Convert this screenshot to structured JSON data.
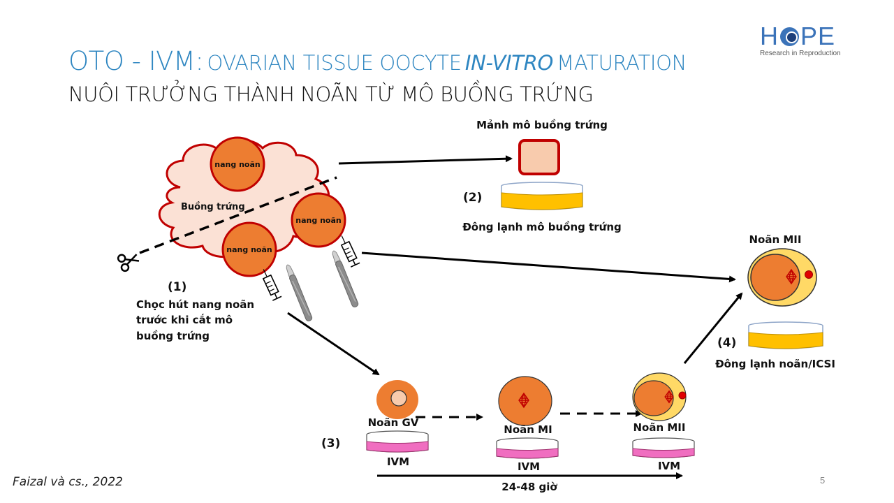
{
  "header": {
    "title_main": "OTO - IVM:",
    "title_sub_1": "OVARIAN TISSUE OOCYTE",
    "title_sub_italic": "IN-VITRO",
    "title_sub_2": "MATURATION",
    "subtitle": "NUÔI TRƯỞNG THÀNH NOÃN TỪ MÔ BUỒNG TRỨNG"
  },
  "logo": {
    "word_h": "H",
    "word_pe": "PE",
    "tagline": "Research in Reproduction",
    "brand_color": "#3b73b9"
  },
  "diagram": {
    "ovary_label": "Buồng trứng",
    "follicle_label": "nang noãn",
    "step1": {
      "number": "(1)",
      "line1": "Chọc hút nang noãn",
      "line2": "trước khi cắt mô",
      "line3": "buồng trứng"
    },
    "step2": {
      "number": "(2)",
      "top_label": "Mảnh mô buồng trứng",
      "bottom_label": "Đông lạnh mô buồng trứng"
    },
    "step3": {
      "number": "(3)",
      "stages": [
        {
          "label": "Noãn GV",
          "dish_label": "IVM"
        },
        {
          "label": "Noãn MI",
          "dish_label": "IVM"
        },
        {
          "label": "Noãn MII",
          "dish_label": "IVM"
        }
      ],
      "duration": "24-48 giờ"
    },
    "step4": {
      "number": "(4)",
      "top_label": "Noãn MII",
      "bottom_label": "Đông lạnh noãn/ICSI"
    },
    "colors": {
      "follicle": "#ed7d31",
      "follicle_border": "#c00000",
      "ovary_fill": "#fbe1d5",
      "zona": "#ffd966",
      "tissue_fill": "#f8cbad",
      "ivm_medium": "#f06ec0",
      "freeze_medium": "#ffc000"
    }
  },
  "footer": {
    "citation": "Faizal và cs., 2022",
    "page_number": "5"
  }
}
